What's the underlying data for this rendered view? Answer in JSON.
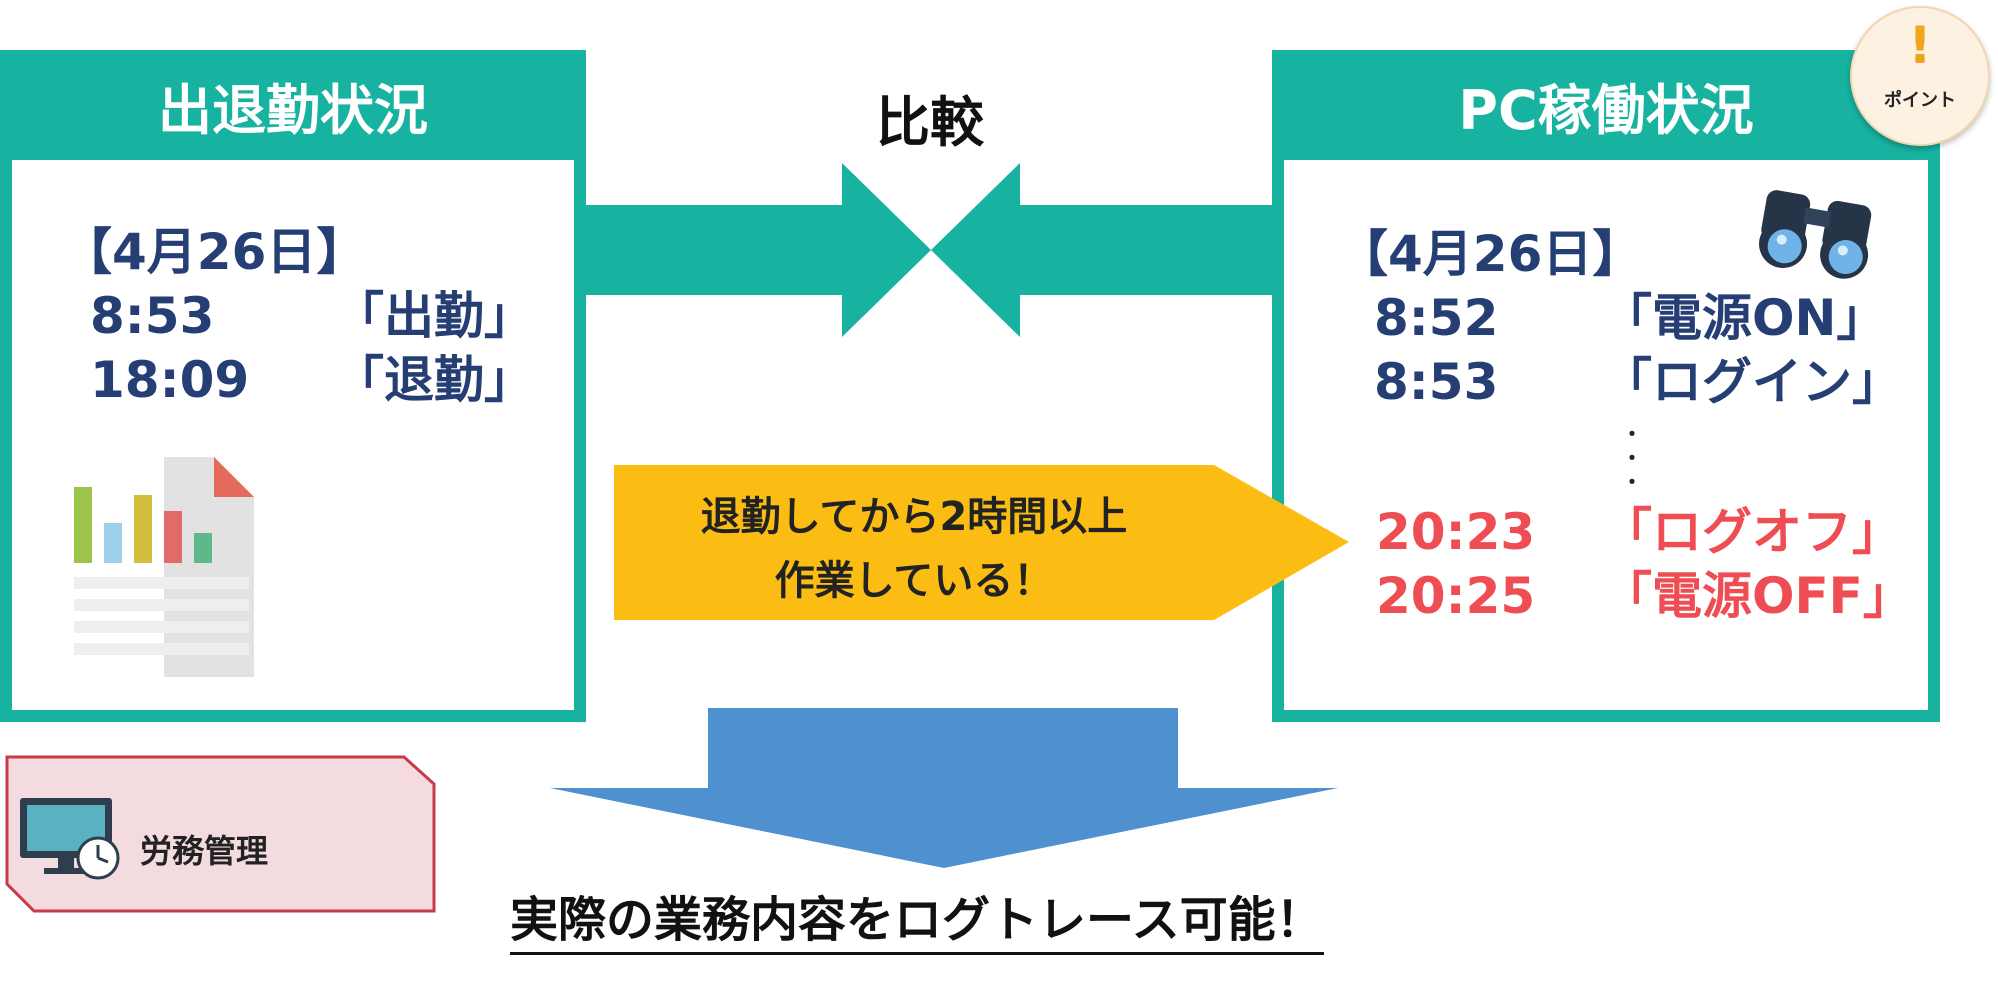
{
  "left_panel": {
    "title": "出退勤状況",
    "date": "【4月26日】",
    "rows": [
      {
        "time": "8:53",
        "event": "「出勤」"
      },
      {
        "time": "18:09",
        "event": "「退勤」"
      }
    ]
  },
  "compare": {
    "label": "比較"
  },
  "right_panel": {
    "title": "PC稼働状況",
    "date": "【4月26日】",
    "rows": [
      {
        "time": "8:52",
        "event": "「電源ON」"
      },
      {
        "time": "8:53",
        "event": "「ログイン」"
      }
    ],
    "ellipsis": "・\n・\n・",
    "late_rows": [
      {
        "time": "20:23",
        "event": "「ログオフ」"
      },
      {
        "time": "20:25",
        "event": "「電源OFF」"
      }
    ]
  },
  "note": {
    "line1": "退勤してから2時間以上",
    "line2": "作業している！"
  },
  "conclusion": "実際の業務内容をログトレース可能！",
  "labor_tag": {
    "label": "労務管理"
  },
  "point_badge": {
    "mark": "!",
    "label": "ポイント"
  },
  "colors": {
    "teal": "#17b2a0",
    "navy": "#253f75",
    "red": "#ee4d53",
    "yellow": "#fbbd14",
    "blue": "#4f90cf",
    "pink_fill": "#f4dbe0",
    "pink_border": "#c9394a"
  }
}
